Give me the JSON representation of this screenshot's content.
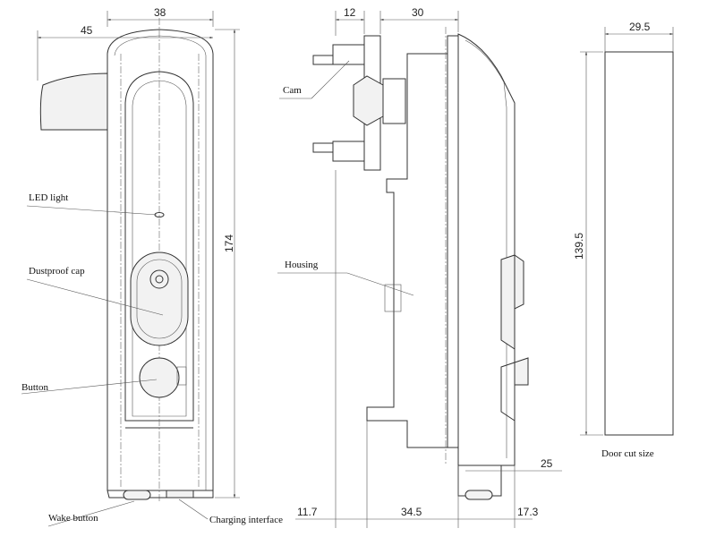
{
  "dims": {
    "front_width": "38",
    "front_handle": "45",
    "front_height": "174",
    "side_cam": "12",
    "side_top": "30",
    "side_b1": "11.7",
    "side_b2": "34.5",
    "side_b3": "17.3",
    "side_25": "25",
    "cut_width": "29.5",
    "cut_height": "139.5"
  },
  "labels": {
    "led": "LED light",
    "dustproof": "Dustproof cap",
    "button": "Button",
    "wake": "Wake button",
    "charging": "Charging interface",
    "cam": "Cam",
    "housing": "Housing",
    "door_cut": "Door cut size"
  }
}
